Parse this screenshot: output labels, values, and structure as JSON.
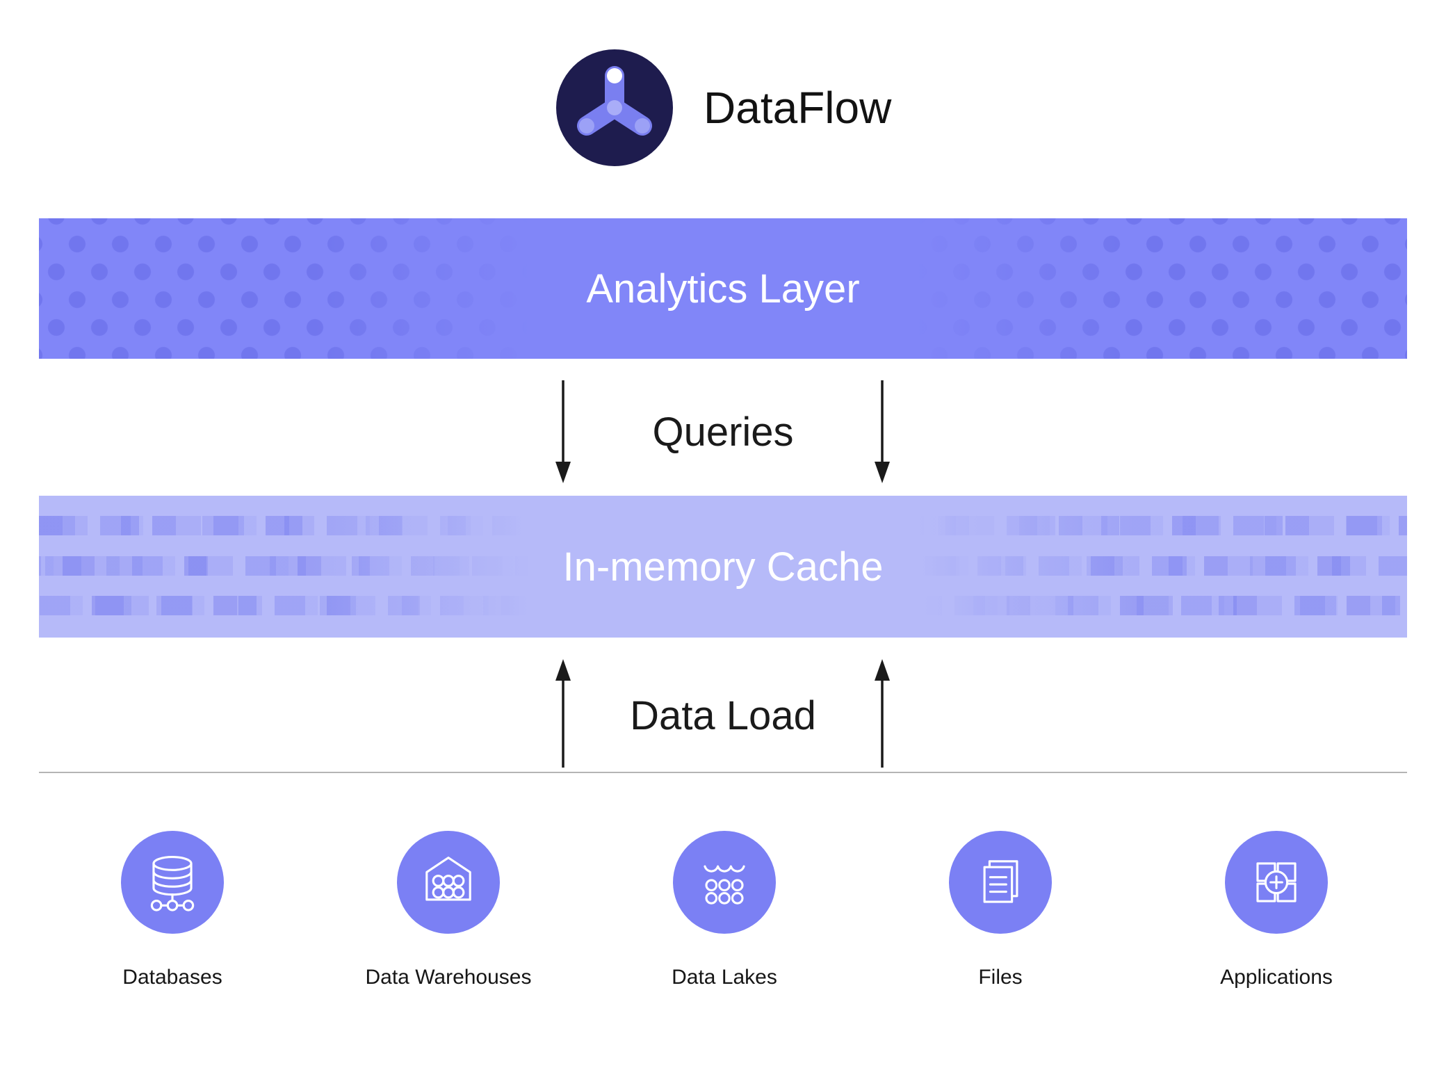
{
  "app": {
    "title": "DataFlow",
    "logo": "three-node-hub-icon"
  },
  "colors": {
    "accent": "#7B80F4",
    "analytics_band": "#8186F8",
    "analytics_dot": "#7176EE",
    "cache_band": "#B6BAF9",
    "cache_block": "#9CA2F7",
    "logo_background": "#1E1C4E",
    "logo_arm": "#7A7FF0",
    "arrow": "#1A1A1A",
    "divider": "#B4B4B4",
    "label_text": "#141414",
    "band_text": "#FFFFFF"
  },
  "layers": {
    "analytics": {
      "label": "Analytics Layer"
    },
    "cache": {
      "label": "In-memory Cache"
    }
  },
  "flows": {
    "queries": {
      "label": "Queries",
      "direction": "down"
    },
    "data_load": {
      "label": "Data Load",
      "direction": "up"
    }
  },
  "sources": [
    {
      "label": "Databases",
      "icon": "database-icon"
    },
    {
      "label": "Data Warehouses",
      "icon": "warehouse-icon"
    },
    {
      "label": "Data Lakes",
      "icon": "data-lake-icon"
    },
    {
      "label": "Files",
      "icon": "files-icon"
    },
    {
      "label": "Applications",
      "icon": "applications-icon"
    }
  ]
}
